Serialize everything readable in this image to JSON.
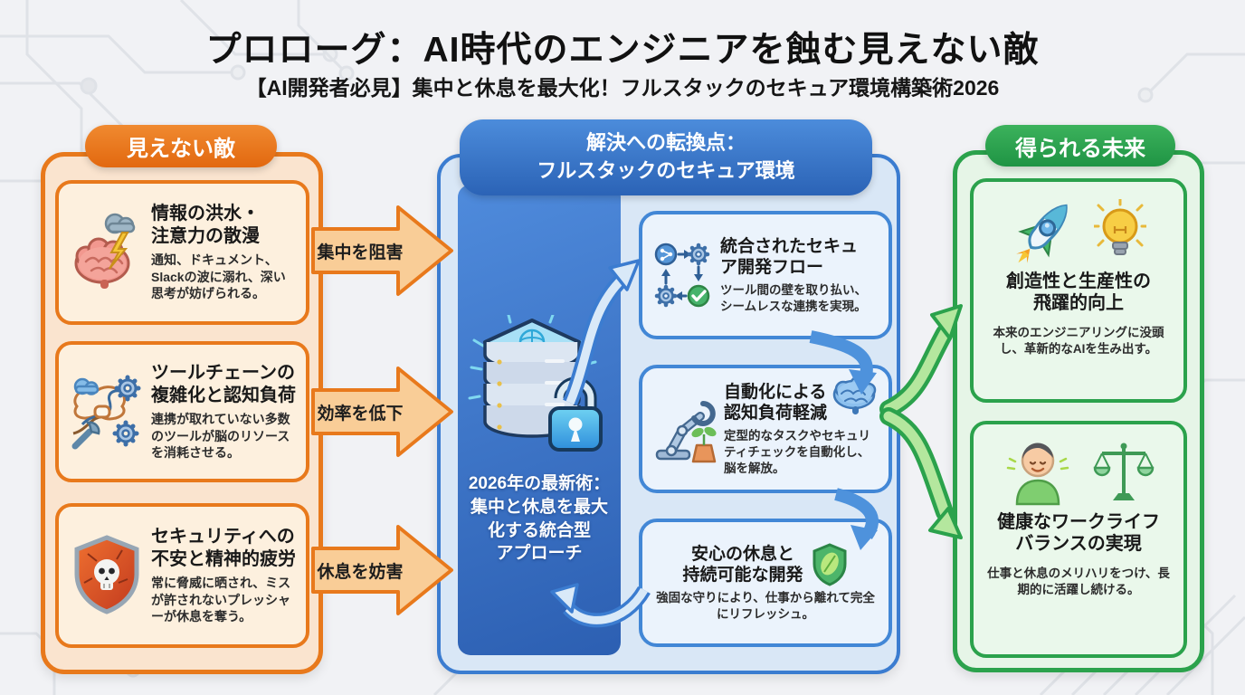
{
  "colors": {
    "orange": "#e8791c",
    "blue": "#3b7cd0",
    "green": "#2ba24c",
    "dark_panel": "#3a72c4"
  },
  "header": {
    "title": "プロローグ：AI時代のエンジニアを蝕む見えない敵",
    "subtitle": "【AI開発者必見】集中と休息を最大化！フルスタックのセキュア環境構築術2026"
  },
  "left_column": {
    "badge": "見えない敵",
    "items": [
      {
        "icon": "storm-brain-icon",
        "title": "情報の洪水・\n注意力の散漫",
        "body": "通知、ドキュメント、Slackの波に溺れ、深い思考が妨げられる。"
      },
      {
        "icon": "tangled-toolchain-icon",
        "title": "ツールチェーンの\n複雑化と認知負荷",
        "body": "連携が取れていない多数のツールが脳のリソースを消耗させる。"
      },
      {
        "icon": "skull-shield-icon",
        "title": "セキュリティへの\n不安と精神的疲労",
        "body": "常に脅威に晒され、ミスが許されないプレッシャーが休息を奪う。"
      }
    ]
  },
  "impact_arrows": [
    {
      "label": "集中を阻害"
    },
    {
      "label": "効率を低下"
    },
    {
      "label": "休息を妨害"
    }
  ],
  "center_column": {
    "badge": "解決への転換点：\nフルスタックのセキュア環境",
    "core_icon": "server-lock-icon",
    "approach": "2026年の最新術：\n集中と休息を最大\n化する統合型\nアプローチ",
    "items": [
      {
        "icon": "devflow-cycle-icon",
        "title": "統合されたセキュ\nア開発フロー",
        "body": "ツール間の壁を取り払い、シームレスな連携を実現。"
      },
      {
        "icon": "robot-arm-icon",
        "badge_icon": "brain-icon",
        "title": "自動化による\n認知負荷軽減",
        "body": "定型的なタスクやセキュリティチェックを自動化し、脳を解放。"
      },
      {
        "icon": "leaf-shield-icon",
        "title": "安心の休息と\n持続可能な開発",
        "body": "強固な守りにより、仕事から離れて完全にリフレッシュ。"
      }
    ]
  },
  "right_column": {
    "badge": "得られる未来",
    "items": [
      {
        "icons": [
          "rocket-icon",
          "lightbulb-icon"
        ],
        "title": "創造性と生産性の\n飛躍的向上",
        "body": "本来のエンジニアリングに没頭し、革新的なAIを生み出す。"
      },
      {
        "icons": [
          "happy-person-icon",
          "balance-scale-icon"
        ],
        "title": "健康なワークライフ\nバランスの実現",
        "body": "仕事と休息のメリハリをつけ、長期的に活躍し続ける。"
      }
    ]
  }
}
